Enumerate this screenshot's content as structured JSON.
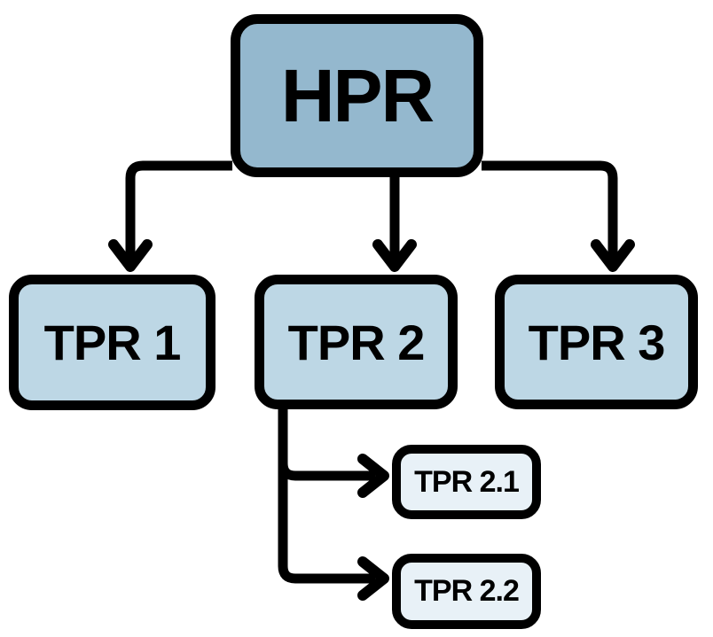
{
  "diagram": {
    "type": "hierarchy",
    "background": "#ffffff",
    "line_color": "#000000",
    "root": {
      "label": "HPR",
      "fill": "#94b8ce"
    },
    "children": [
      {
        "label": "TPR 1",
        "fill": "#bdd7e5",
        "parent": "HPR"
      },
      {
        "label": "TPR 2",
        "fill": "#bdd7e5",
        "parent": "HPR"
      },
      {
        "label": "TPR 3",
        "fill": "#bdd7e5",
        "parent": "HPR"
      }
    ],
    "sub_children": [
      {
        "label": "TPR 2.1",
        "fill": "#e8f1f7",
        "parent": "TPR 2"
      },
      {
        "label": "TPR 2.2",
        "fill": "#e8f1f7",
        "parent": "TPR 2"
      }
    ]
  }
}
